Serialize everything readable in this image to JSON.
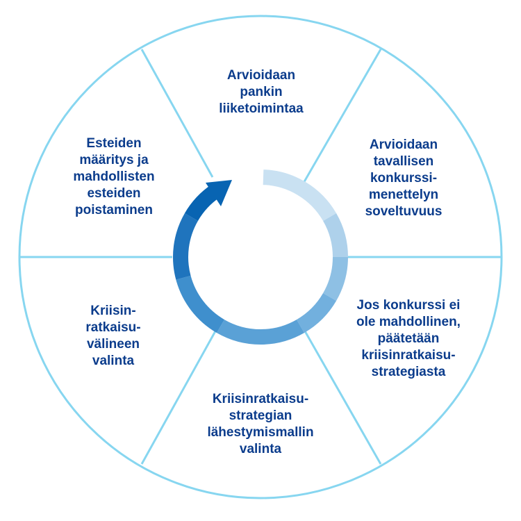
{
  "colors": {
    "outline": "#87d6f0",
    "text": "#0b3c8c",
    "cycle": [
      "#c9e1f2",
      "#aed1eb",
      "#8ec0e4",
      "#72b0de",
      "#5aa1d6",
      "#3f8fcd",
      "#1f74bd",
      "#0864b2"
    ]
  },
  "segments": [
    {
      "label": "Arvioidaan\npankin\nliiketoimintaa"
    },
    {
      "label": "Arvioidaan\ntavallisen\nkonkurssi-\nmenettelyn\nsoveltuvuus"
    },
    {
      "label": "Jos konkurssi ei\nole mahdollinen,\npäätetään\nkriisinratkaisu-\nstrategiasta"
    },
    {
      "label": "Kriisinratkaisu-\nstrategian\nlähestymismallin\nvalinta"
    },
    {
      "label": "Kriisin-\nratkaisu-\nvälineen\nvalinta"
    },
    {
      "label": "Esteiden\nmääritys ja\nmahdollisten\nesteiden\npoistaminen"
    }
  ],
  "center_icon": "circular-arrow-icon"
}
